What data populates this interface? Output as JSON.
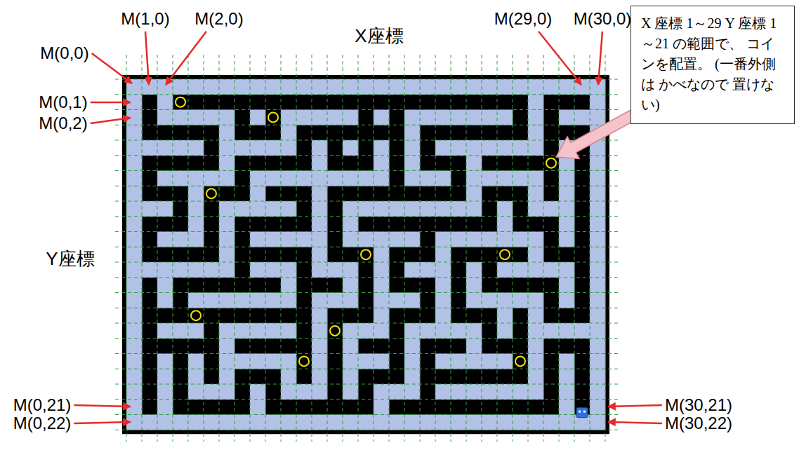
{
  "diagram": {
    "nodes": [
      {
        "text": [
          "X 座標 1～29 Y 座標 1～21 の範囲で、 コインを配置。 (一番外側は かべなので 置けない)"
        ]
      }
    ],
    "labels": [
      "M(0,0)",
      "M(1,0)",
      "M(2,0)",
      "X座標",
      "M(29,0)",
      "M(30,0)",
      "M(0,1)",
      "M(0,2)",
      "Y座標",
      "M(0,21)",
      "M(0,22)",
      "M(30,21)",
      "M(30,22)"
    ]
  }
}
